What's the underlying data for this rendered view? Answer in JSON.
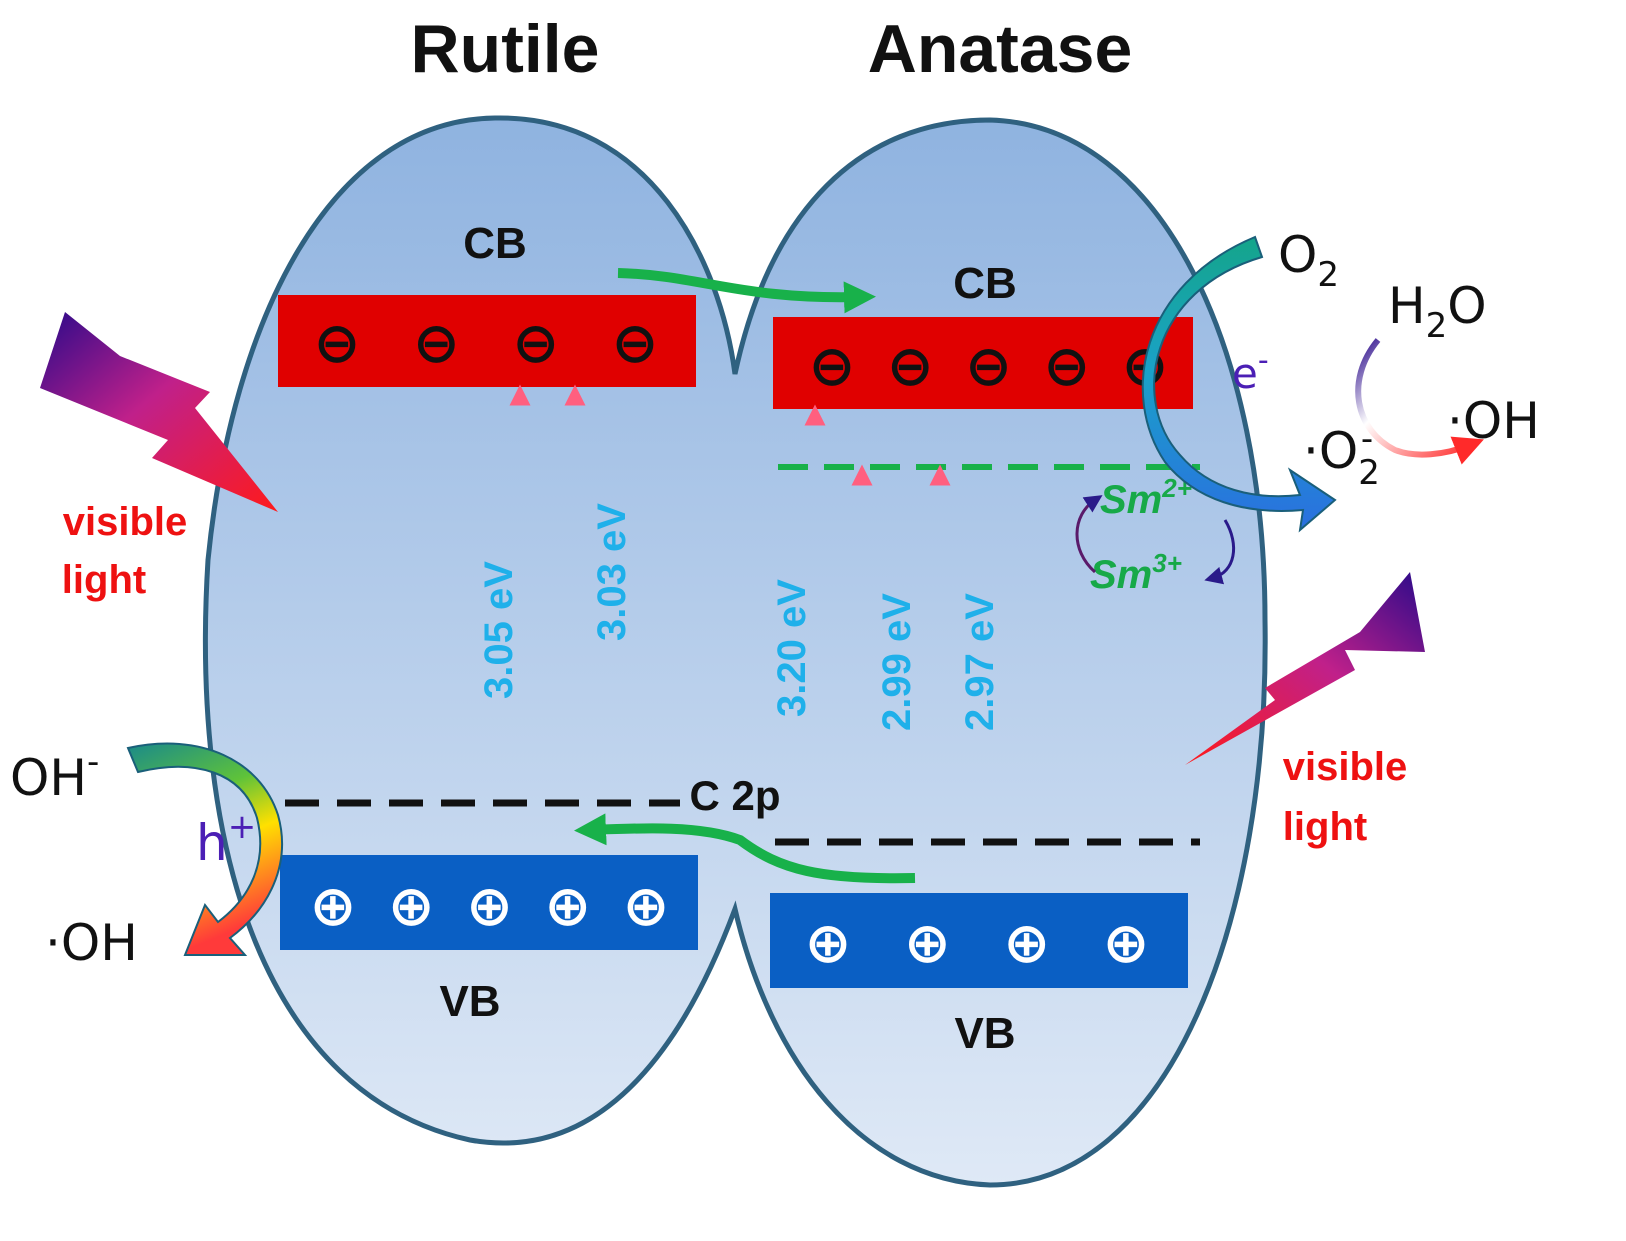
{
  "phases": {
    "rutile": "Rutile",
    "anatase": "Anatase"
  },
  "bands": {
    "cb": "CB",
    "vb": "VB"
  },
  "levels": {
    "c2p": "C 2p"
  },
  "gaps": {
    "rutile": [
      "3.05 eV",
      "3.03 eV"
    ],
    "anatase": [
      "3.20 eV",
      "2.99 eV",
      "2.97 eV"
    ]
  },
  "carriers": {
    "electron_symbol": "⊖",
    "hole_symbol": "⊕",
    "rutile_electrons": 4,
    "anatase_electrons": 5,
    "rutile_holes": 5,
    "anatase_holes": 4
  },
  "samarium": {
    "base": "Sm",
    "ion2": "2+",
    "ion3": "3+"
  },
  "light": {
    "line1": "visible",
    "line2": "light"
  },
  "species": {
    "o2_base": "O",
    "o2_sub": "2",
    "h2o_h": "H",
    "h2o_sub": "2",
    "h2o_o": "O",
    "superoxide_dot": "·O",
    "superoxide_sub": "2",
    "superoxide_sup": "-",
    "hydroxyl_radical": "·OH",
    "hydroxide_base": "OH",
    "hydroxide_sup": "-",
    "electron_base": "e",
    "electron_sup": "-",
    "hole_base": "h",
    "hole_sup": "+"
  },
  "colors": {
    "body_fill_top": "#8fb3e0",
    "body_fill_bottom": "#dfe9f6",
    "body_stroke": "#2f6180",
    "cb_band": "#e00000",
    "vb_band": "#0a5fc4",
    "gap_label": "#1fb0ea",
    "sm_label": "#17a948",
    "light_label": "#ee1111",
    "carrier_label": "#4b1fb5",
    "transfer_arrow": "#18b14a",
    "text": "#111111"
  }
}
